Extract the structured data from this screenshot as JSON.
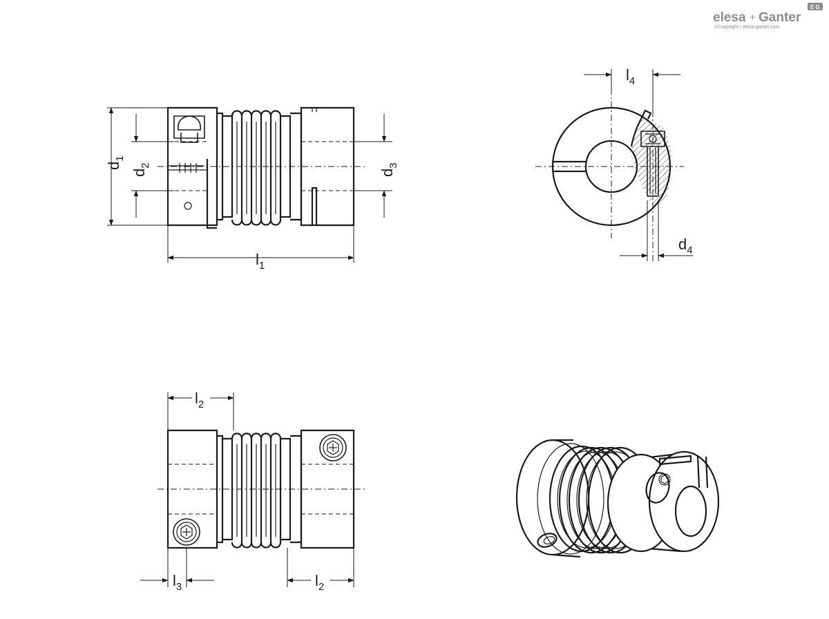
{
  "logo": {
    "brand_left": "elesa",
    "plus": "+",
    "brand_right": "Ganter",
    "badge": "E G",
    "copyright": "©Copyright | elesa-ganter.com"
  },
  "labels": {
    "d1": {
      "main": "d",
      "sub": "1"
    },
    "d2": {
      "main": "d",
      "sub": "2"
    },
    "d3": {
      "main": "d",
      "sub": "3"
    },
    "d4": {
      "main": "d",
      "sub": "4"
    },
    "l1": {
      "main": "l",
      "sub": "1"
    },
    "l2": {
      "main": "l",
      "sub": "2"
    },
    "l3": {
      "main": "l",
      "sub": "3"
    },
    "l4": {
      "main": "l",
      "sub": "4"
    }
  }
}
